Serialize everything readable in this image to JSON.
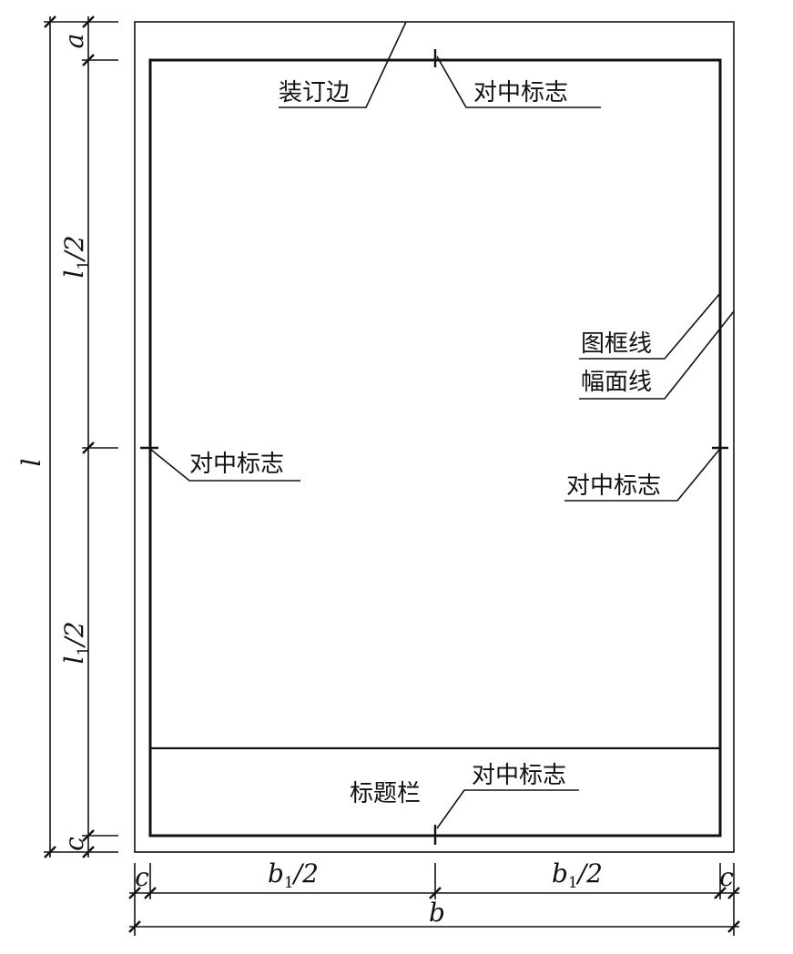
{
  "labels": {
    "binding_edge": "装订边",
    "centering_mark": "对中标志",
    "frame_line": "图框线",
    "sheet_edge": "幅面线",
    "title_block": "标题栏"
  },
  "dimensions": {
    "a": "a",
    "c": "c",
    "l": "l",
    "l1": "l",
    "l1_sub": "1",
    "l1_tail": "/2",
    "b": "b",
    "b1": "b",
    "b1_sub": "1",
    "b1_tail": "/2"
  }
}
